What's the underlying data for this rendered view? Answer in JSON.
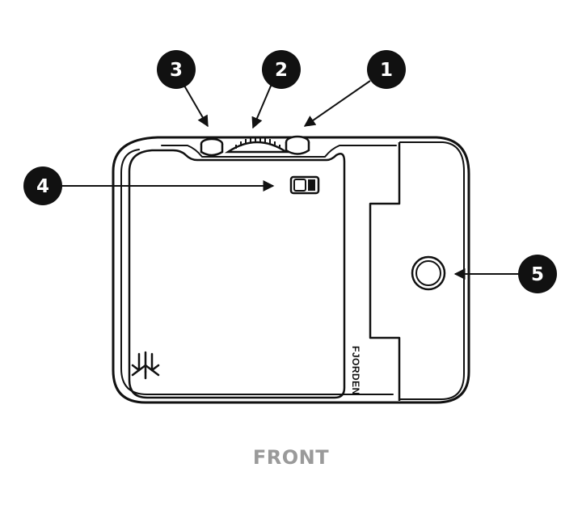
{
  "view_label": "FRONT",
  "brand_text": "FJORDEN",
  "callouts": [
    {
      "number": "1",
      "part": "right top button"
    },
    {
      "number": "2",
      "part": "control dial"
    },
    {
      "number": "3",
      "part": "left top button"
    },
    {
      "number": "4",
      "part": "slide switch"
    },
    {
      "number": "5",
      "part": "shutter button"
    }
  ],
  "colors": {
    "outline": "#111111",
    "callout_fill": "#111111",
    "label_gray": "#9a9a9a"
  },
  "icons": [
    "fjorden-logo-icon"
  ]
}
